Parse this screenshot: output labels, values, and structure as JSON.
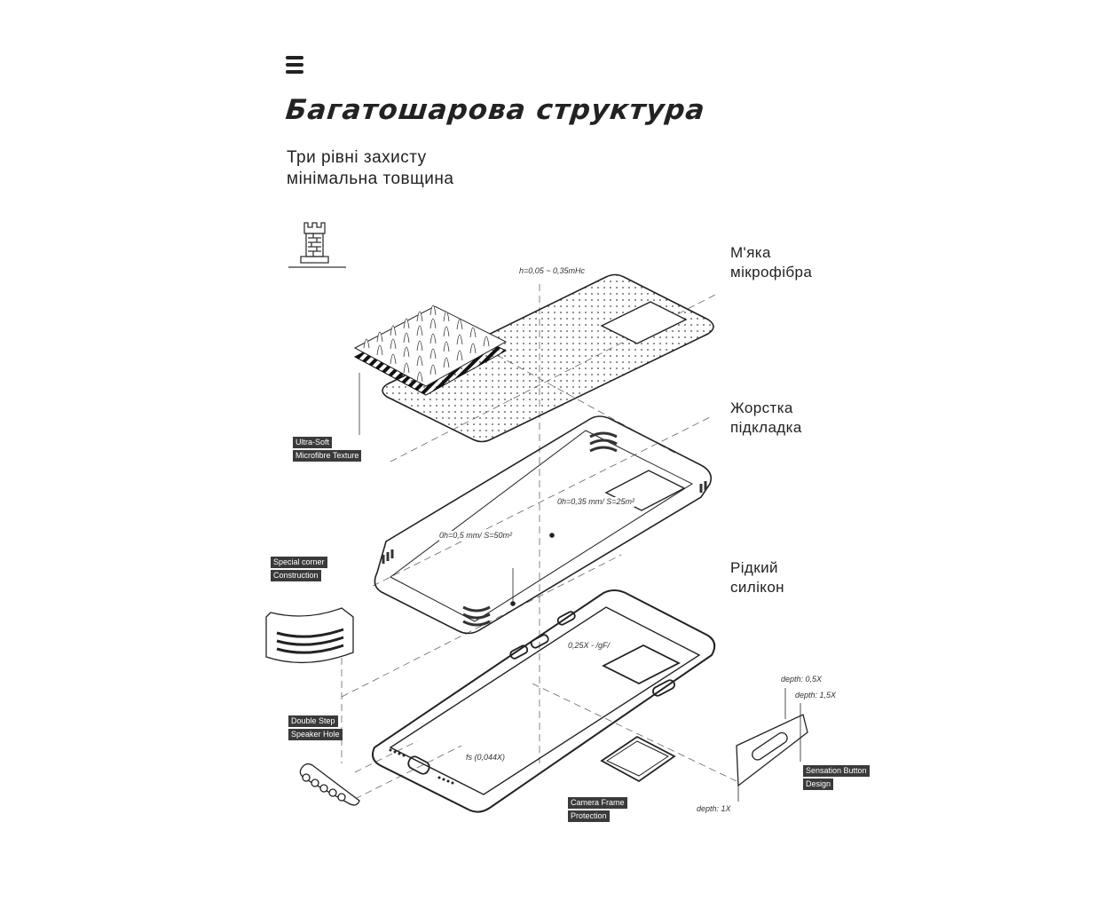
{
  "header": {
    "menu_icon": "hamburger-menu-icon",
    "title": "Багатошарова структура",
    "subtitle_line1": "Три рівні захисту",
    "subtitle_line2": "мінімальна товщина"
  },
  "icon": "castle-tower-icon",
  "layers": [
    {
      "line1": "М'яка",
      "line2": "мікрофібра"
    },
    {
      "line1": "Жорстка",
      "line2": "підкладка"
    },
    {
      "line1": "Рідкий",
      "line2": "силікон"
    }
  ],
  "tags": {
    "microfibre_1": "Ultra-Soft",
    "microfibre_2": "Microfibre Texture",
    "corner_1": "Special corner",
    "corner_2": "Construction",
    "speaker_1": "Double Step",
    "speaker_2": "Speaker Hole",
    "camera_1": "Camera Frame",
    "camera_2": "Protection",
    "button_1": "Sensation Button",
    "button_2": "Design"
  },
  "dimensions": {
    "fibre_height": "h=0,05 ~ 0,35mHc",
    "hard_1": "0h=0,35 mm/ S=25m²",
    "hard_2": "0h=0,5 mm/ S=50m²",
    "button_force": "0,25X - /gF/",
    "bottom": "fs (0,044X)",
    "depth_1": "depth: 0,5X",
    "depth_2": "depth: 1,5X",
    "depth_3": "depth: 1X"
  }
}
